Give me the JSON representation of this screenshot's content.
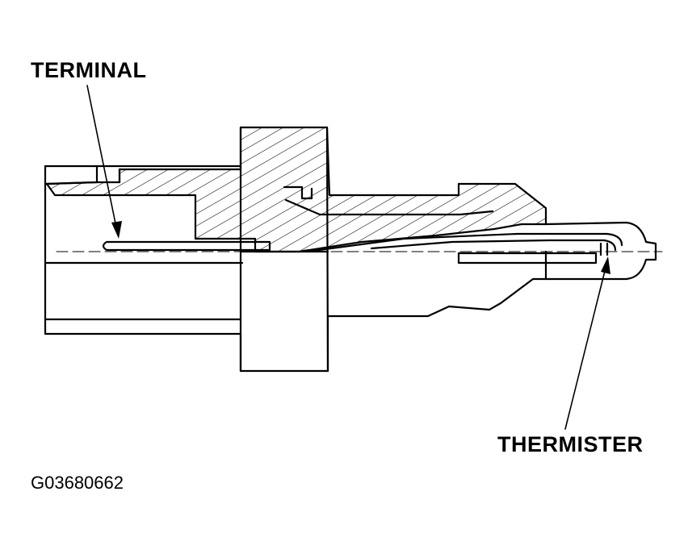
{
  "labels": {
    "terminal": "TERMINAL",
    "thermister": "THERMISTER"
  },
  "figure_id": "G03680662",
  "colors": {
    "ink": "#000000",
    "paper": "#ffffff"
  }
}
